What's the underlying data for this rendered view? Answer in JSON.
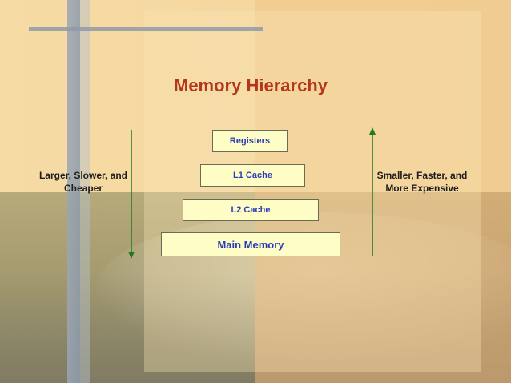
{
  "title": "Memory Hierarchy",
  "levels": [
    {
      "label": "Registers"
    },
    {
      "label": "L1 Cache"
    },
    {
      "label": "L2 Cache"
    },
    {
      "label": "Main Memory"
    }
  ],
  "left_label": {
    "line1": "Larger, Slower, and",
    "line2": "Cheaper"
  },
  "right_label": {
    "line1": "Smaller, Faster, and",
    "line2": "More Expensive"
  },
  "colors": {
    "title": "#b5371b",
    "box_fill": "#fefdc6",
    "box_text": "#2a3fb7",
    "arrow": "#1f7a1f"
  }
}
